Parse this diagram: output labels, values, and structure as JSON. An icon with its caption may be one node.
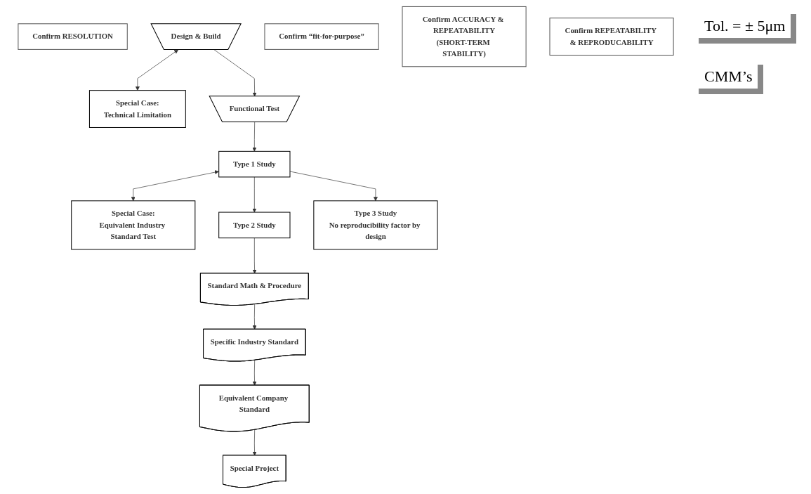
{
  "diagram": {
    "nodes": [
      {
        "text": [
          "Confirm RESOLUTION"
        ]
      },
      {
        "text": [
          "Design & Build"
        ]
      },
      {
        "text": [
          "Special Case:",
          "Technical Limitation"
        ]
      },
      {
        "text": [
          "Confirm “fit-for-purpose”"
        ]
      },
      {
        "text": [
          "Functional Test"
        ]
      },
      {
        "text": [
          "Confirm ACCURACY & REPEATABILITY",
          "(SHORT-TERM STABILITY)"
        ]
      },
      {
        "text": [
          "Type 1 Study"
        ]
      },
      {
        "text": [
          "Special Case:",
          "Equivalent Industry Standard Test"
        ]
      },
      {
        "text": [
          "Confirm REPEATABILITY & REPRODUCABILITY"
        ]
      },
      {
        "text": [
          "Type 2 Study"
        ]
      },
      {
        "text": [
          "Type 3 Study",
          "No reproducibility factor by design"
        ]
      },
      {
        "text": [
          "Standard Math & Procedure"
        ]
      },
      {
        "text": [
          "Specific Industry Standard"
        ]
      },
      {
        "text": [
          "Equivalent Company Standard"
        ]
      },
      {
        "text": [
          "Special Project"
        ]
      }
    ],
    "edges": [
      {
        "from": 1,
        "to": 2,
        "arrow": "both"
      },
      {
        "from": 1,
        "to": 4,
        "arrow": "to"
      },
      {
        "from": 4,
        "to": 6,
        "arrow": "to"
      },
      {
        "from": 6,
        "to": 7,
        "arrow": "both"
      },
      {
        "from": 6,
        "to": 9,
        "arrow": "to"
      },
      {
        "from": 6,
        "to": 10,
        "arrow": "to"
      },
      {
        "from": 9,
        "to": 11,
        "arrow": "to"
      },
      {
        "from": 11,
        "to": 12,
        "arrow": "to"
      },
      {
        "from": 12,
        "to": 13,
        "arrow": "to"
      },
      {
        "from": 13,
        "to": 14,
        "arrow": "to"
      }
    ],
    "labels": [
      "Tol. = ± 5μm",
      "CMM’s"
    ]
  }
}
